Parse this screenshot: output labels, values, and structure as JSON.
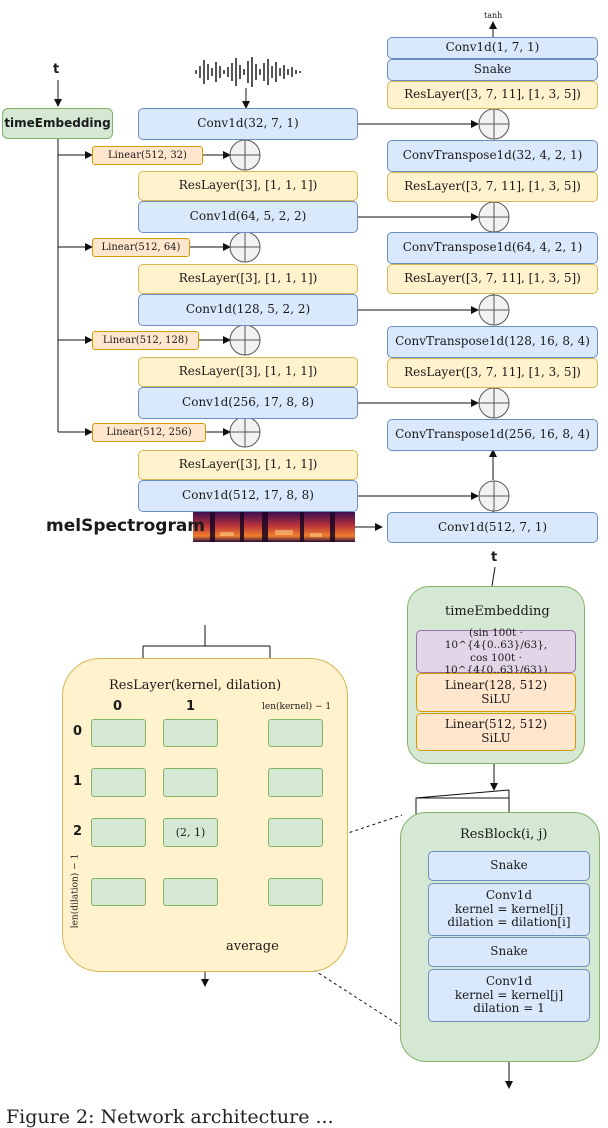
{
  "top": {
    "t_label": "t",
    "tanh_label": "tanh",
    "time_embedding_label": "timeEmbedding",
    "mel_label": "melSpectrogram",
    "t_label_bottom": "t"
  },
  "encoder": {
    "conv_top": "Conv1d(32, 7, 1)",
    "linears": [
      "Linear(512, 32)",
      "Linear(512, 64)",
      "Linear(512, 128)",
      "Linear(512, 256)"
    ],
    "reslayers": [
      "ResLayer([3], [1, 1, 1])",
      "ResLayer([3], [1, 1, 1])",
      "ResLayer([3], [1, 1, 1])",
      "ResLayer([3], [1, 1, 1])"
    ],
    "convs": [
      "Conv1d(64, 5, 2, 2)",
      "Conv1d(128, 5, 2, 2)",
      "Conv1d(256, 17, 8, 8)",
      "Conv1d(512, 17, 8, 8)"
    ]
  },
  "decoder": {
    "conv_out": "Conv1d(1, 7, 1)",
    "snake": "Snake",
    "reslayer_top": "ResLayer([3, 7, 11], [1, 3, 5])",
    "transposes": [
      "ConvTranspose1d(32, 4, 2, 1)",
      "ConvTranspose1d(64, 4, 2, 1)",
      "ConvTranspose1d(128, 16, 8, 4)",
      "ConvTranspose1d(256, 16, 8, 4)"
    ],
    "reslayers": [
      "ResLayer([3, 7, 11], [1, 3, 5])",
      "ResLayer([3, 7, 11], [1, 3, 5])",
      "ResLayer([3, 7, 11], [1, 3, 5])"
    ],
    "conv_in": "Conv1d(512, 7, 1)"
  },
  "reslayer_panel": {
    "title": "ResLayer(kernel, dilation)",
    "col_labels": [
      "0",
      "1",
      "len(kernel) − 1"
    ],
    "row_labels": [
      "0",
      "1",
      "2",
      "len(dilation) − 1"
    ],
    "cell_label": "(2, 1)",
    "average": "average"
  },
  "time_embedding_panel": {
    "title": "timeEmbedding",
    "formula_line1": "(sin 100t · 10^{4{0..63}/63},",
    "formula_line2": "cos 100t · 10^{4{0..63}/63})",
    "linear1": "Linear(128, 512)",
    "silu1": "SiLU",
    "linear2": "Linear(512, 512)",
    "silu2": "SiLU"
  },
  "resblock_panel": {
    "title": "ResBlock(i, j)",
    "snake1": "Snake",
    "conv1_title": "Conv1d",
    "conv1_kernel": "kernel = kernel[j]",
    "conv1_dilation": "dilation = dilation[i]",
    "snake2": "Snake",
    "conv2_title": "Conv1d",
    "conv2_kernel": "kernel = kernel[j]",
    "conv2_dilation": "dilation = 1"
  },
  "caption": "Figure 2: Network architecture ..."
}
